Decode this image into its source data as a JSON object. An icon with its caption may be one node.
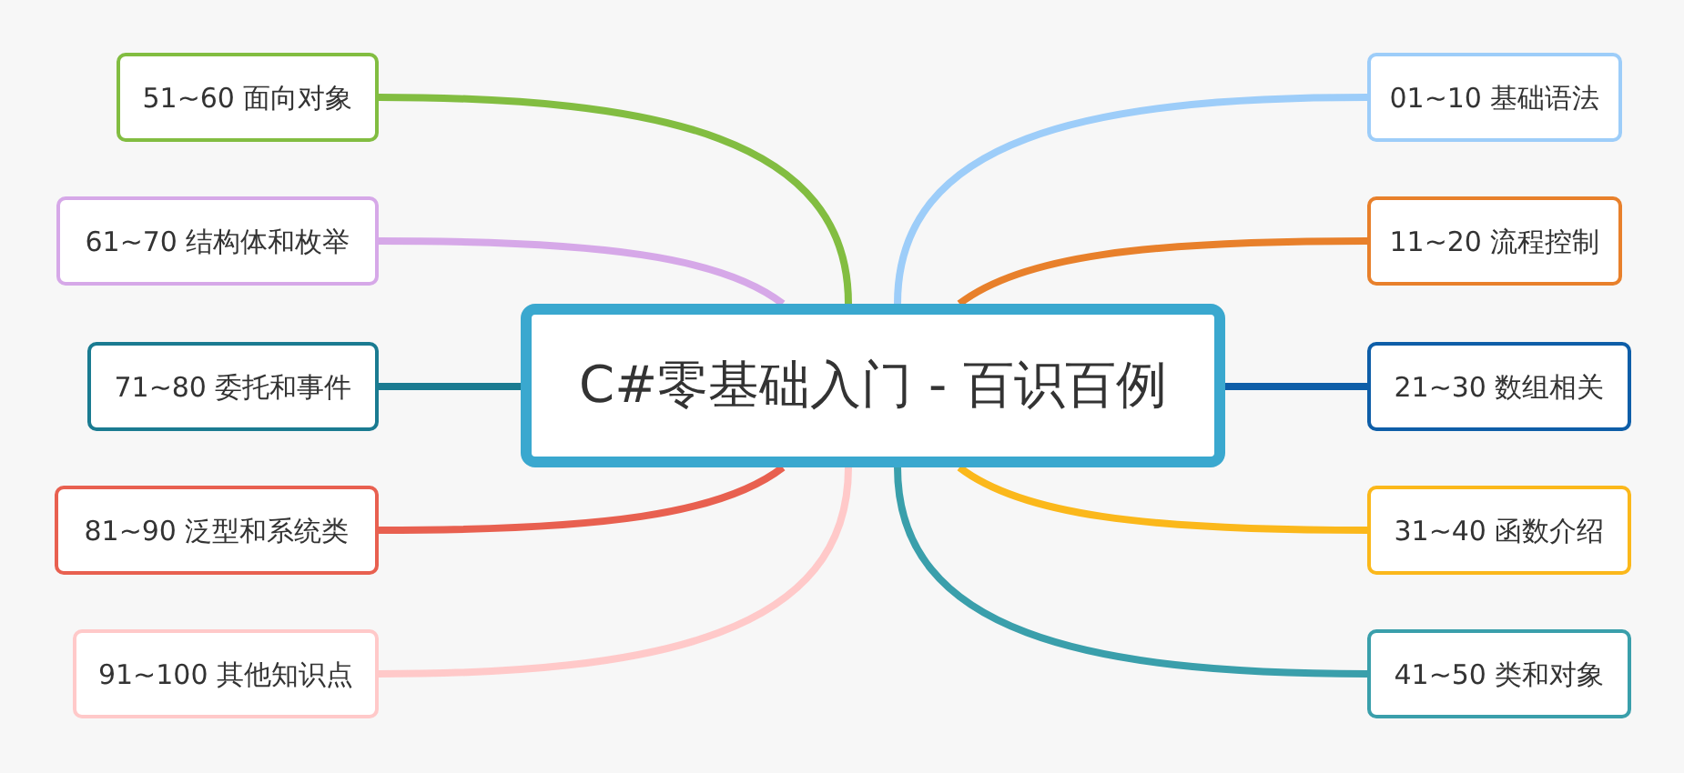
{
  "diagram": {
    "nodes": [
      {
        "text": [
          "C#零基础入门 - 百识百例"
        ]
      },
      {
        "text": [
          "01~10 基础语法"
        ]
      },
      {
        "text": [
          "11~20 流程控制"
        ]
      },
      {
        "text": [
          "21~30 数组相关"
        ]
      },
      {
        "text": [
          "31~40 函数介绍"
        ]
      },
      {
        "text": [
          "41~50 类和对象"
        ]
      },
      {
        "text": [
          "51~60 面向对象"
        ]
      },
      {
        "text": [
          "61~70 结构体和枚举"
        ]
      },
      {
        "text": [
          "71~80 委托和事件"
        ]
      },
      {
        "text": [
          "81~90 泛型和系统类"
        ]
      },
      {
        "text": [
          "91~100 其他知识点"
        ]
      }
    ],
    "edges": [
      {
        "from": 0,
        "to": 1,
        "arrow": "none",
        "color": "#9dcdf9"
      },
      {
        "from": 0,
        "to": 2,
        "arrow": "none",
        "color": "#e8802b"
      },
      {
        "from": 0,
        "to": 3,
        "arrow": "none",
        "color": "#0e5ea8"
      },
      {
        "from": 0,
        "to": 4,
        "arrow": "none",
        "color": "#fbb81b"
      },
      {
        "from": 0,
        "to": 5,
        "arrow": "none",
        "color": "#3a9fab"
      },
      {
        "from": 0,
        "to": 6,
        "arrow": "none",
        "color": "#82bd41"
      },
      {
        "from": 0,
        "to": 7,
        "arrow": "none",
        "color": "#d6a8e8"
      },
      {
        "from": 0,
        "to": 8,
        "arrow": "none",
        "color": "#1a7b91"
      },
      {
        "from": 0,
        "to": 9,
        "arrow": "none",
        "color": "#e86050"
      },
      {
        "from": 0,
        "to": 10,
        "arrow": "none",
        "color": "#ffc9c9"
      }
    ]
  }
}
